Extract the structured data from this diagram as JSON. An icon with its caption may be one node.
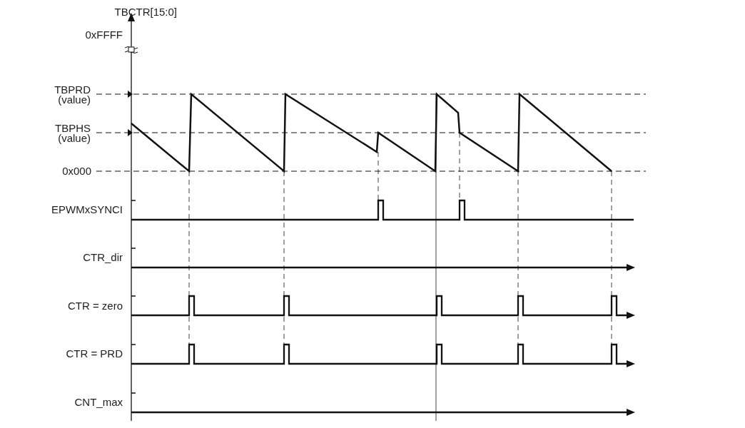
{
  "diagram": {
    "labels": [
      "TBCTR[15:0]",
      "0xFFFF",
      "TBPRD (value)",
      "TBPHS (value)",
      "0x000",
      "EPWMxSYNCI",
      "CTR_dir",
      "CTR = zero",
      "CTR = PRD",
      "CNT_max"
    ]
  }
}
